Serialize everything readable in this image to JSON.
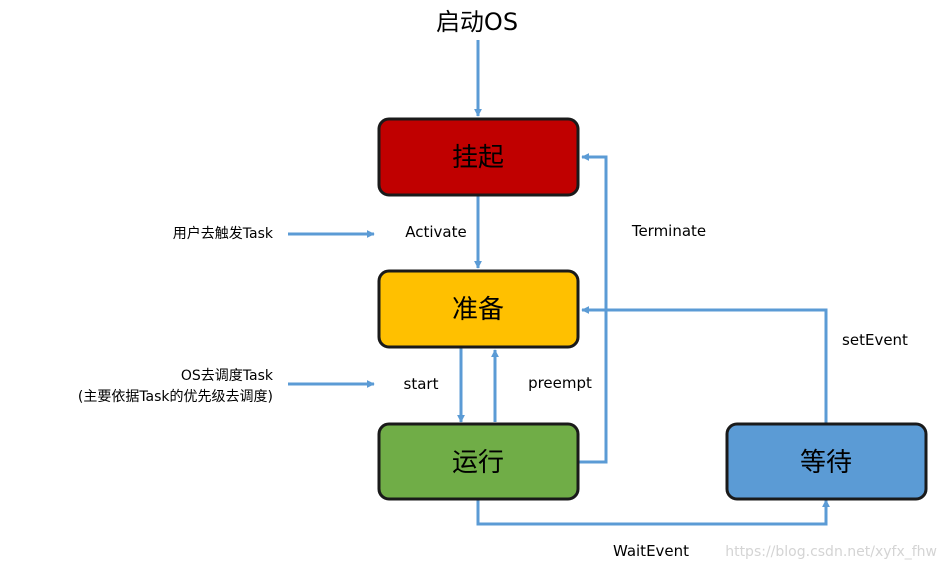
{
  "title": "启动OS",
  "colors": {
    "suspended": "#c00000",
    "ready": "#ffc000",
    "running": "#70ad47",
    "waiting": "#5b9bd5",
    "arrow": "#5b9bd5",
    "border": "#1a1a1a"
  },
  "states": {
    "suspended": "挂起",
    "ready": "准备",
    "running": "运行",
    "waiting": "等待"
  },
  "transitions": {
    "activate": "Activate",
    "start": "start",
    "preempt": "preempt",
    "terminate": "Terminate",
    "set_event": "setEvent",
    "wait_event": "WaitEvent"
  },
  "notes": {
    "user_trigger": "用户去触发Task",
    "os_schedule_line1": "OS去调度Task",
    "os_schedule_line2": "(主要依据Task的优先级去调度)"
  },
  "watermark": "https://blog.csdn.net/xyfx_fhw"
}
